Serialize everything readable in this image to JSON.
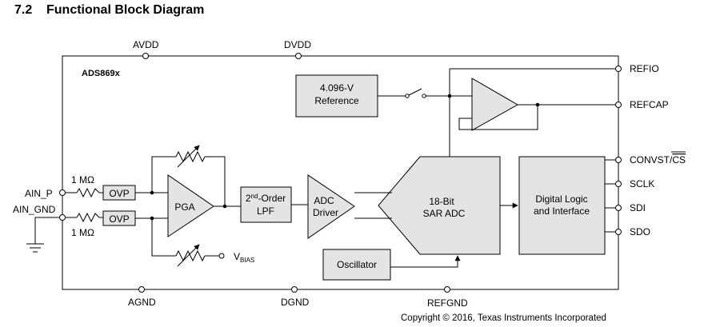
{
  "section": {
    "number": "7.2",
    "title": "Functional Block Diagram"
  },
  "chip": {
    "name": "ADS869x"
  },
  "top_pins": {
    "avdd": "AVDD",
    "dvdd": "DVDD"
  },
  "bottom_pins": {
    "agnd": "AGND",
    "dgnd": "DGND",
    "refgnd": "REFGND"
  },
  "right_pins": {
    "refio": "REFIO",
    "refcap": "REFCAP",
    "convst": "CONVST/",
    "cs": "CS",
    "sclk": "SCLK",
    "sdi": "SDI",
    "sdo": "SDO"
  },
  "left_pins": {
    "ain_p": "AIN_P",
    "ain_gnd": "AIN_GND"
  },
  "resistors": {
    "top": "1 MΩ",
    "bottom": "1 MΩ"
  },
  "blocks": {
    "reference_line1": "4.096-V",
    "reference_line2": "Reference",
    "ovp_top": "OVP",
    "ovp_bottom": "OVP",
    "pga": "PGA",
    "lpf_pre": "2",
    "lpf_sup": "nd",
    "lpf_post": "-Order",
    "lpf_line2": "LPF",
    "adc_driver_line1": "ADC",
    "adc_driver_line2": "Driver",
    "sar_line1": "18-Bit",
    "sar_line2": "SAR ADC",
    "digital_line1": "Digital Logic",
    "digital_line2": "and Interface",
    "oscillator": "Oscillator"
  },
  "vbias": {
    "main": "V",
    "sub": "BIAS"
  },
  "copyright": "Copyright © 2016, Texas Instruments Incorporated",
  "colors": {
    "block_fill": "#e4e4e4",
    "line": "#000000"
  }
}
